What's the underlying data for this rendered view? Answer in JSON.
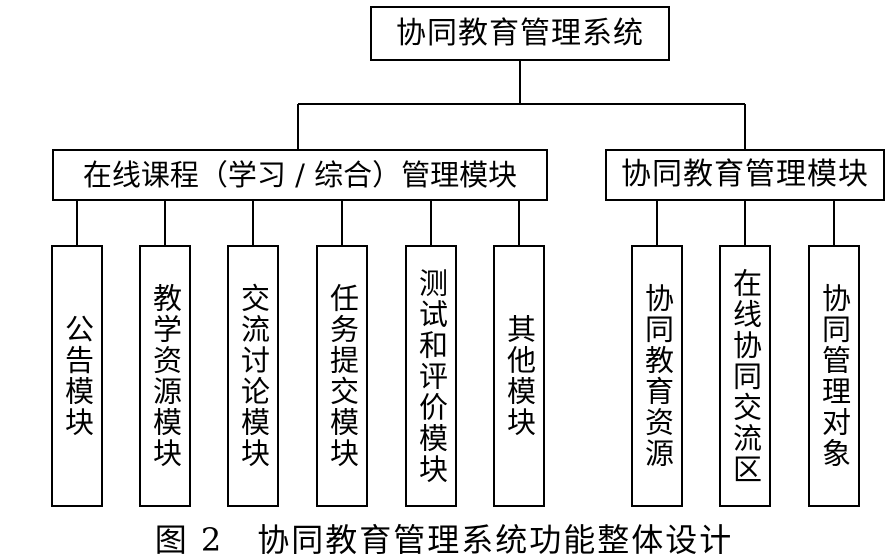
{
  "root": {
    "label": "协同教育管理系统"
  },
  "left_module": {
    "label": "在线课程（学习 / 综合）管理模块"
  },
  "right_module": {
    "label": "协同教育管理模块"
  },
  "left_children": [
    {
      "label": "公告模块"
    },
    {
      "label": "教学资源模块"
    },
    {
      "label": "交流讨论模块"
    },
    {
      "label": "任务提交模块"
    },
    {
      "label": "测试和评价模块"
    },
    {
      "label": "其他模块"
    }
  ],
  "right_children": [
    {
      "label": "协同教育资源"
    },
    {
      "label": "在线协同交流区"
    },
    {
      "label": "协同管理对象"
    }
  ],
  "caption": "图 2　协同教育管理系统功能整体设计"
}
